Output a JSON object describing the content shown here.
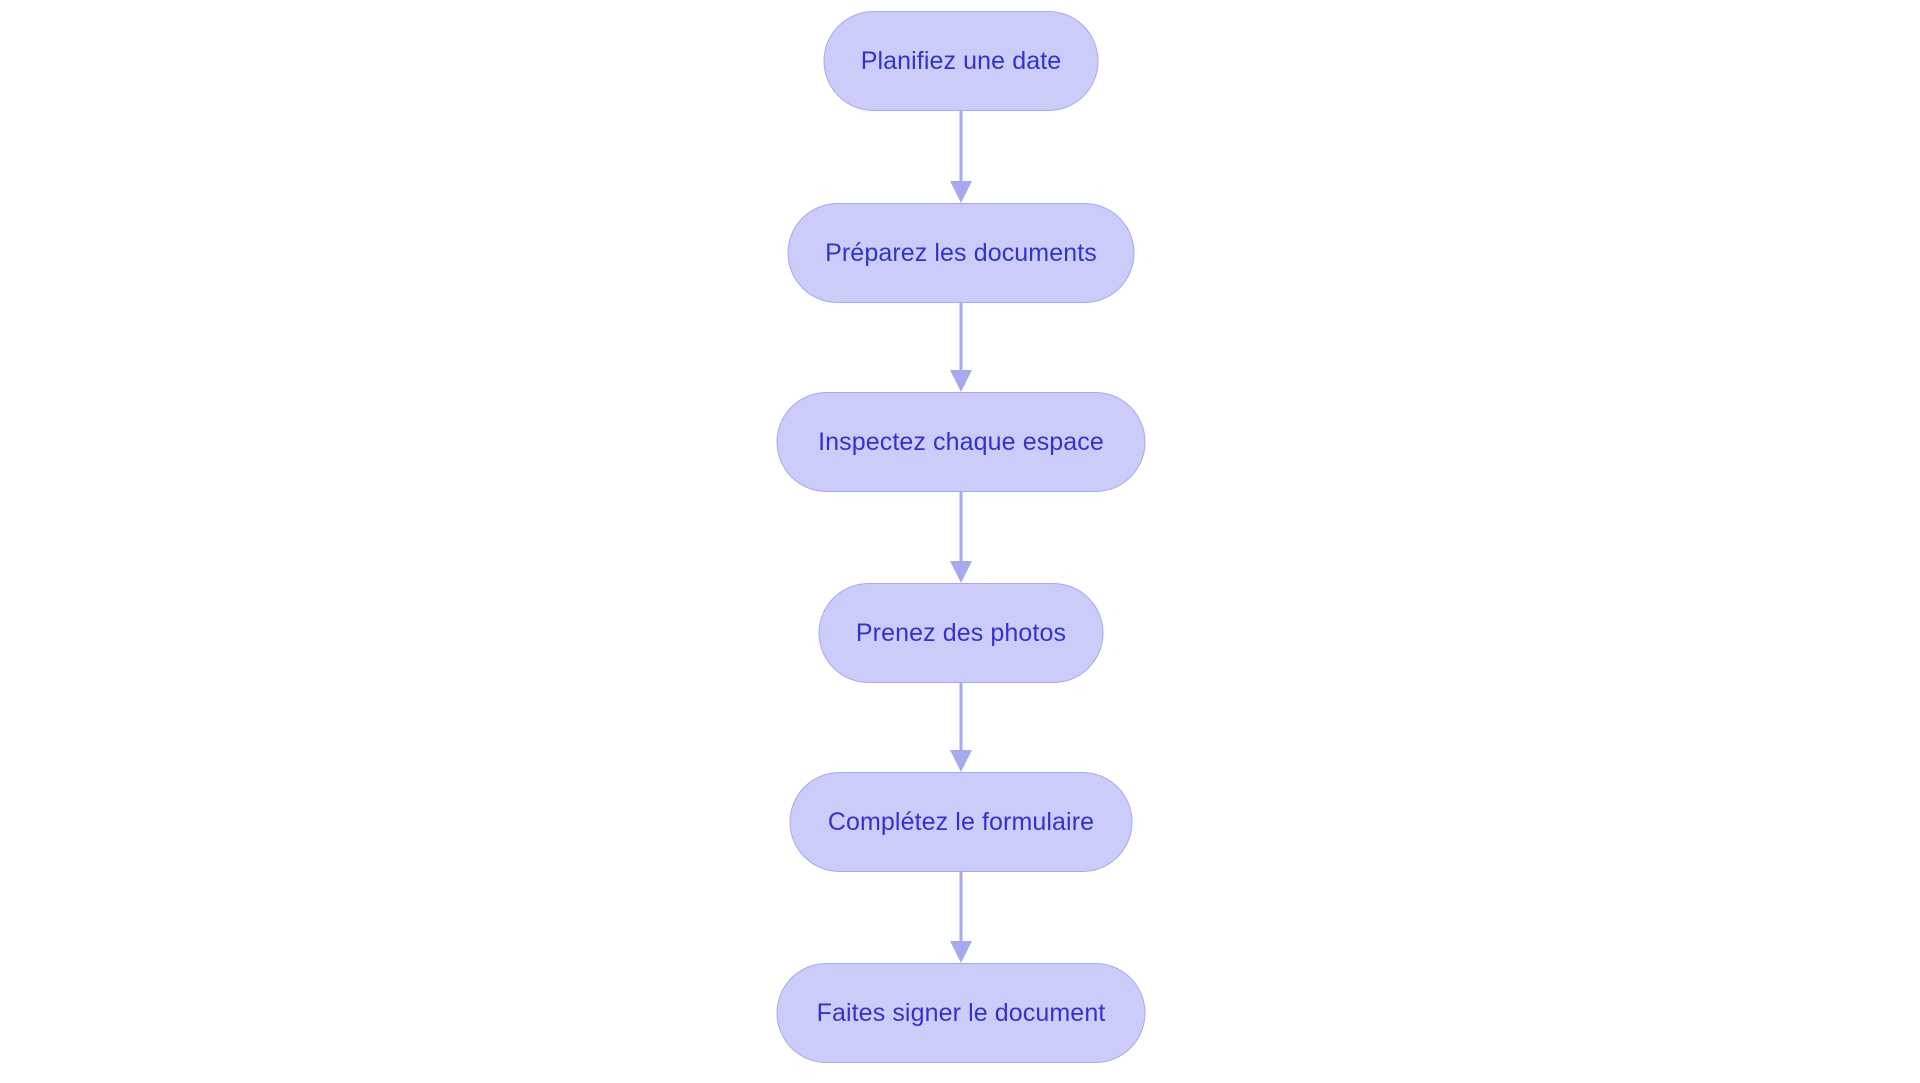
{
  "diagram": {
    "type": "flowchart",
    "orientation": "top-to-bottom",
    "background_color": "#ffffff",
    "node_fill_color": "#ccccfa",
    "node_border_color": "#a5aaf0",
    "node_text_color": "#3333cc",
    "edge_color": "#a5aaf0",
    "nodes": [
      {
        "id": "n0",
        "label": "Planifiez une date"
      },
      {
        "id": "n1",
        "label": "Préparez les documents"
      },
      {
        "id": "n2",
        "label": "Inspectez chaque espace"
      },
      {
        "id": "n3",
        "label": "Prenez des photos"
      },
      {
        "id": "n4",
        "label": "Complétez le formulaire"
      },
      {
        "id": "n5",
        "label": "Faites signer le document"
      }
    ],
    "edges": [
      {
        "id": "e0",
        "from": "n0",
        "to": "n1",
        "arrow": "down-arrow"
      },
      {
        "id": "e1",
        "from": "n1",
        "to": "n2",
        "arrow": "down-arrow"
      },
      {
        "id": "e2",
        "from": "n2",
        "to": "n3",
        "arrow": "down-arrow"
      },
      {
        "id": "e3",
        "from": "n3",
        "to": "n4",
        "arrow": "down-arrow"
      },
      {
        "id": "e4",
        "from": "n4",
        "to": "n5",
        "arrow": "down-arrow"
      }
    ]
  }
}
